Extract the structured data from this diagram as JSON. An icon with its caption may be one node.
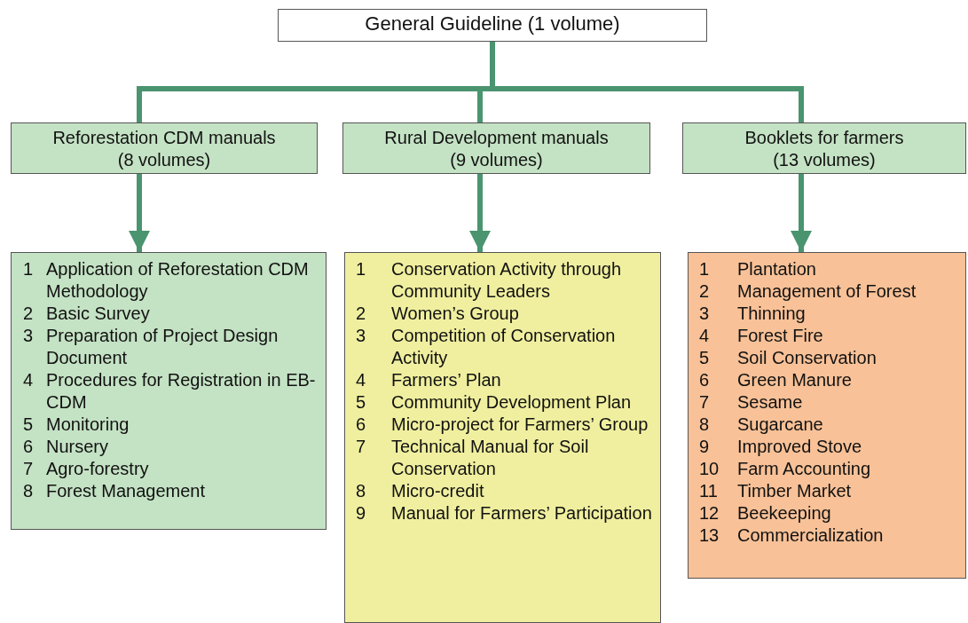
{
  "diagram": {
    "nodes": [
      {
        "text": [
          "General Guideline (1 volume)"
        ]
      },
      {
        "text": [
          "Reforestation CDM manuals",
          "(8 volumes)"
        ]
      },
      {
        "text": [
          "Rural Development manuals",
          "(9 volumes)"
        ]
      },
      {
        "text": [
          "Booklets for farmers",
          "(13 volumes)"
        ]
      },
      {
        "text": [
          "1 Application of Reforestation CDM Methodology",
          "2 Basic Survey",
          "3 Preparation of Project Design Document",
          "4 Procedures for Registration in EB-CDM",
          "5 Monitoring",
          "6 Nursery",
          "7 Agro-forestry",
          "8 Forest Management"
        ]
      },
      {
        "text": [
          "1 Conservation Activity through Community Leaders",
          "2 Women’s Group",
          "3 Competition of Conservation Activity",
          "4 Farmers’ Plan",
          "5 Community Development Plan",
          "6 Micro-project for Farmers’ Group",
          "7 Technical Manual for Soil Conservation",
          "8 Micro-credit",
          "9 Manual for Farmers’ Participation"
        ]
      },
      {
        "text": [
          "1 Plantation",
          "2 Management of Forest",
          "3 Thinning",
          "4 Forest Fire",
          "5 Soil Conservation",
          "6 Green Manure",
          "7 Sesame",
          "8 Sugarcane",
          "9 Improved Stove",
          "10 Farm Accounting",
          "11 Timber Market",
          "12 Beekeeping",
          "13 Commercialization"
        ]
      }
    ],
    "edges": [
      {
        "from": 0,
        "to": 1,
        "arrow": "none"
      },
      {
        "from": 0,
        "to": 2,
        "arrow": "none"
      },
      {
        "from": 0,
        "to": 3,
        "arrow": "none"
      },
      {
        "from": 1,
        "to": 4,
        "arrow": "to"
      },
      {
        "from": 2,
        "to": 5,
        "arrow": "to"
      },
      {
        "from": 3,
        "to": 6,
        "arrow": "to"
      }
    ]
  }
}
